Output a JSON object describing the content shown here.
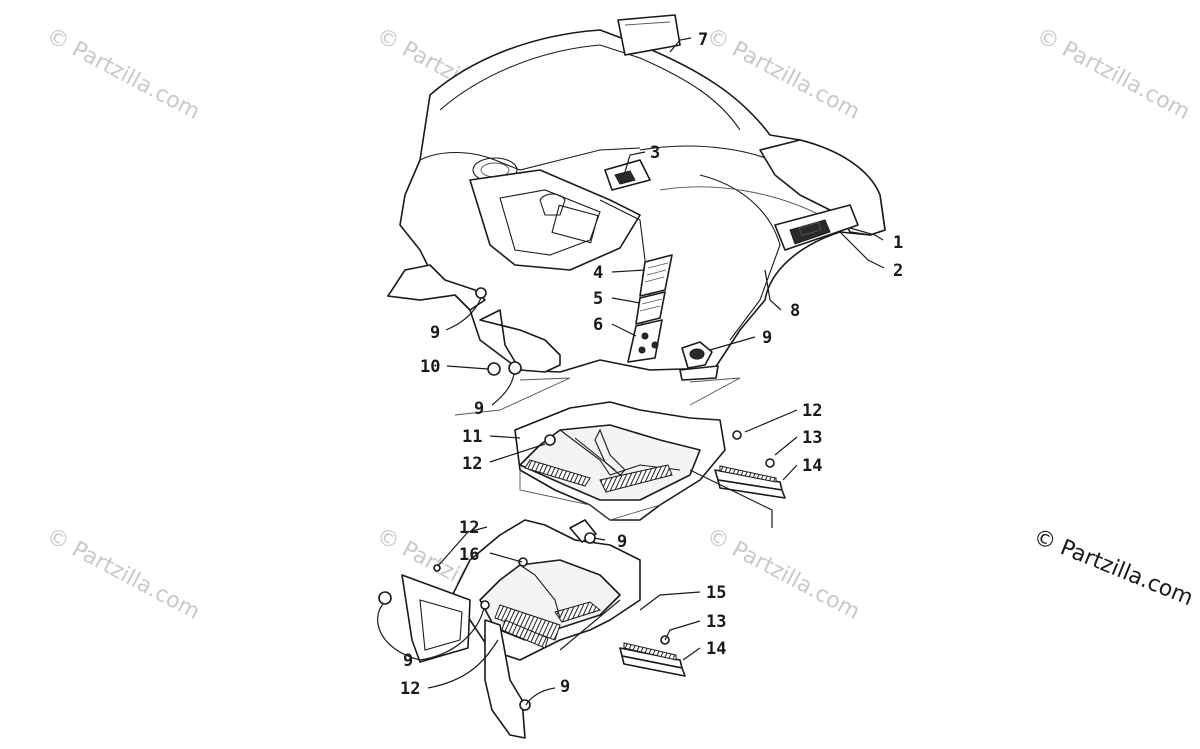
{
  "watermark": {
    "text": "© Partzilla.com",
    "main_text": "© Partzilla.com"
  },
  "callouts": {
    "c1": "1",
    "c2": "2",
    "c3": "3",
    "c4": "4",
    "c5": "5",
    "c6": "6",
    "c7": "7",
    "c8": "8",
    "c9a": "9",
    "c9b": "9",
    "c9c": "9",
    "c9d": "9",
    "c9e": "9",
    "c9f": "9",
    "c10": "10",
    "c11": "11",
    "c12a": "12",
    "c12b": "12",
    "c12c": "12",
    "c12d": "12",
    "c13a": "13",
    "c13b": "13",
    "c14a": "14",
    "c14b": "14",
    "c15": "15",
    "c16": "16"
  }
}
